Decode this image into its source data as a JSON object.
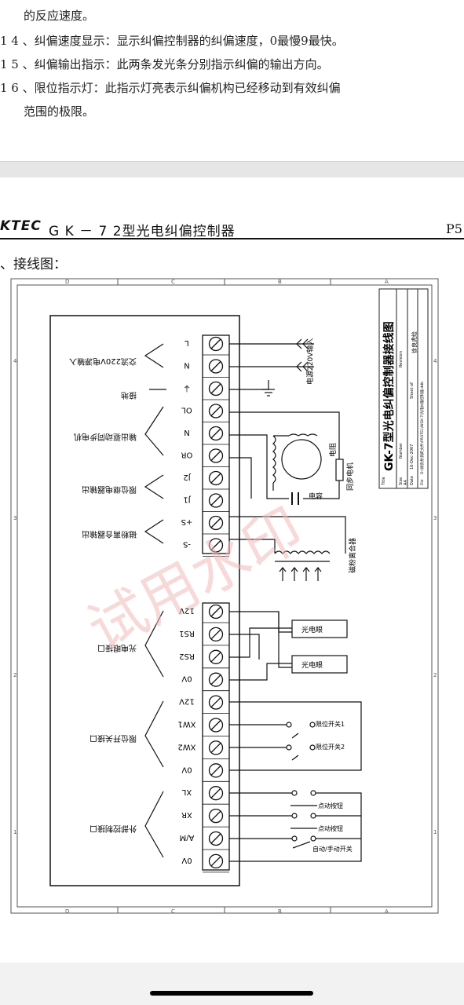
{
  "prev_page": {
    "lines": [
      "的反应速度。",
      "1 4 、纠偏速度显示：显示纠偏控制器的纠偏速度，0最慢9最快。",
      "1 5 、纠偏输出指示：此两条发光条分别指示纠偏的输出方向。",
      "1 6 、限位指示灯：此指示灯亮表示纠偏机构已经移动到有效纠偏",
      "范围的极限。"
    ]
  },
  "header": {
    "brand": "KTEC",
    "title": "G K － 7 2型光电纠偏控制器",
    "page": "P5"
  },
  "section_title": "、接线图：",
  "diagram": {
    "watermark": "试用水印",
    "frame_letters": [
      "D",
      "C",
      "B",
      "A"
    ],
    "frame_numbers": [
      "4",
      "3",
      "2",
      "1"
    ],
    "terminals": [
      "L",
      "N",
      "⏚",
      "OL",
      "N",
      "OR",
      "J2",
      "J1",
      "+S",
      "-S",
      "12V",
      "RS1",
      "RS2",
      "0V",
      "12V",
      "XW1",
      "XW2",
      "0V",
      "XL",
      "XR",
      "A/M",
      "0V"
    ],
    "group_labels": [
      "交流220V电源输入",
      "接地",
      "输出驱动同步电机",
      "限位继电器输出",
      "磁粉离合器输出",
      "光电眼接口",
      "限位开关接口",
      "外部控制接口"
    ],
    "right_labels": {
      "power_input": "电源220V输入",
      "resistor": "电阻",
      "capacitor": "电容",
      "motor": "同步电机",
      "clutch": "磁粉离合器",
      "eye1": "光电眼",
      "eye2": "光电眼",
      "limit1": "限位开关1",
      "limit2": "限位开关2",
      "jog1": "点动按钮",
      "jog2": "点动按钮",
      "auto_manual": "自动/手动开关"
    },
    "title_block": {
      "title": "GK-7型光电纠偏控制器接线图",
      "label_title": "Title",
      "label_size": "Size",
      "label_number": "Number",
      "label_revision": "Revision",
      "size_value": "A4",
      "label_date": "Date",
      "date_value": "16-Dec-2007",
      "label_file": "File",
      "file_value": "D:\\徐良虎\\我的文件\\PROTEL\\WGK-7\\光电纠偏控制器.ddb",
      "label_sheet": "Sheet of",
      "label_drawn": "Drawn By:",
      "drawn_value": "徐良虎绘"
    }
  }
}
